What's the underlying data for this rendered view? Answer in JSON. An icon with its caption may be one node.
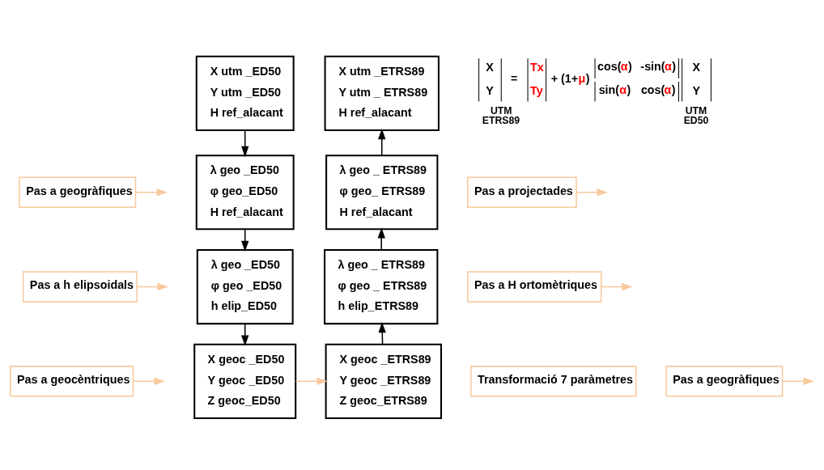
{
  "diagram": {
    "nodes": [
      {
        "text": [
          "X utm _ED50",
          "Y utm _ED50",
          "H ref_alacant"
        ]
      },
      {
        "text": [
          "Pas a geogràfiques"
        ]
      },
      {
        "text": [
          "λ geo _ED50",
          "φ geo_ED50",
          "H ref_alacant"
        ]
      },
      {
        "text": [
          "Pas a h elipsoidals"
        ]
      },
      {
        "text": [
          "λ geo _ED50",
          "φ geo _ED50",
          "h elip_ED50"
        ]
      },
      {
        "text": [
          "Pas a geocèntriques"
        ]
      },
      {
        "text": [
          "X geoc _ED50",
          "Y geoc _ED50",
          "Z geoc_ED50"
        ]
      },
      {
        "text": [
          "Transformació 7 paràmetres"
        ]
      },
      {
        "text": [
          "X utm _ETRS89",
          "Y utm _ ETRS89",
          "H ref_alacant"
        ]
      },
      {
        "text": [
          "Pas a projectades"
        ]
      },
      {
        "text": [
          "λ geo _ ETRS89",
          "φ geo_ ETRS89",
          "H ref_alacant"
        ]
      },
      {
        "text": [
          "Pas a H ortomètriques"
        ]
      },
      {
        "text": [
          "λ geo _ ETRS89",
          "φ geo _ ETRS89",
          "h elip_ETRS89"
        ]
      },
      {
        "text": [
          "Pas a geogràfiques"
        ]
      },
      {
        "text": [
          "X geoc _ETRS89",
          "Y geoc _ETRS89",
          "Z geoc_ETRS89"
        ]
      }
    ],
    "edges": [
      {
        "from": 0,
        "to": 2,
        "arrow": "to",
        "color": "#000000"
      },
      {
        "from": 2,
        "to": 4,
        "arrow": "to",
        "color": "#000000"
      },
      {
        "from": 4,
        "to": 6,
        "arrow": "to",
        "color": "#000000"
      },
      {
        "from": 6,
        "to": 14,
        "arrow": "to",
        "color": "#f8c99c"
      },
      {
        "from": 14,
        "to": 12,
        "arrow": "to",
        "color": "#000000"
      },
      {
        "from": 12,
        "to": 10,
        "arrow": "to",
        "color": "#000000"
      },
      {
        "from": 10,
        "to": 8,
        "arrow": "to",
        "color": "#000000"
      },
      {
        "from": 1,
        "to": null,
        "arrow": "to",
        "color": "#f8c99c"
      },
      {
        "from": 3,
        "to": null,
        "arrow": "to",
        "color": "#f8c99c"
      },
      {
        "from": 5,
        "to": null,
        "arrow": "to",
        "color": "#f8c99c"
      },
      {
        "from": 9,
        "to": null,
        "arrow": "to",
        "color": "#f8c99c"
      },
      {
        "from": 11,
        "to": null,
        "arrow": "to",
        "color": "#f8c99c"
      },
      {
        "from": 13,
        "to": null,
        "arrow": "to",
        "color": "#f8c99c"
      }
    ],
    "labels": [
      "X",
      "Y",
      "=",
      "Tx",
      "Ty",
      "+ (1+μ)",
      "cos(α)",
      "-sin(α)",
      "sin(α)",
      "cos(α)",
      "X",
      "Y",
      "UTM",
      "ETRS89",
      "UTM",
      "ED50"
    ]
  }
}
